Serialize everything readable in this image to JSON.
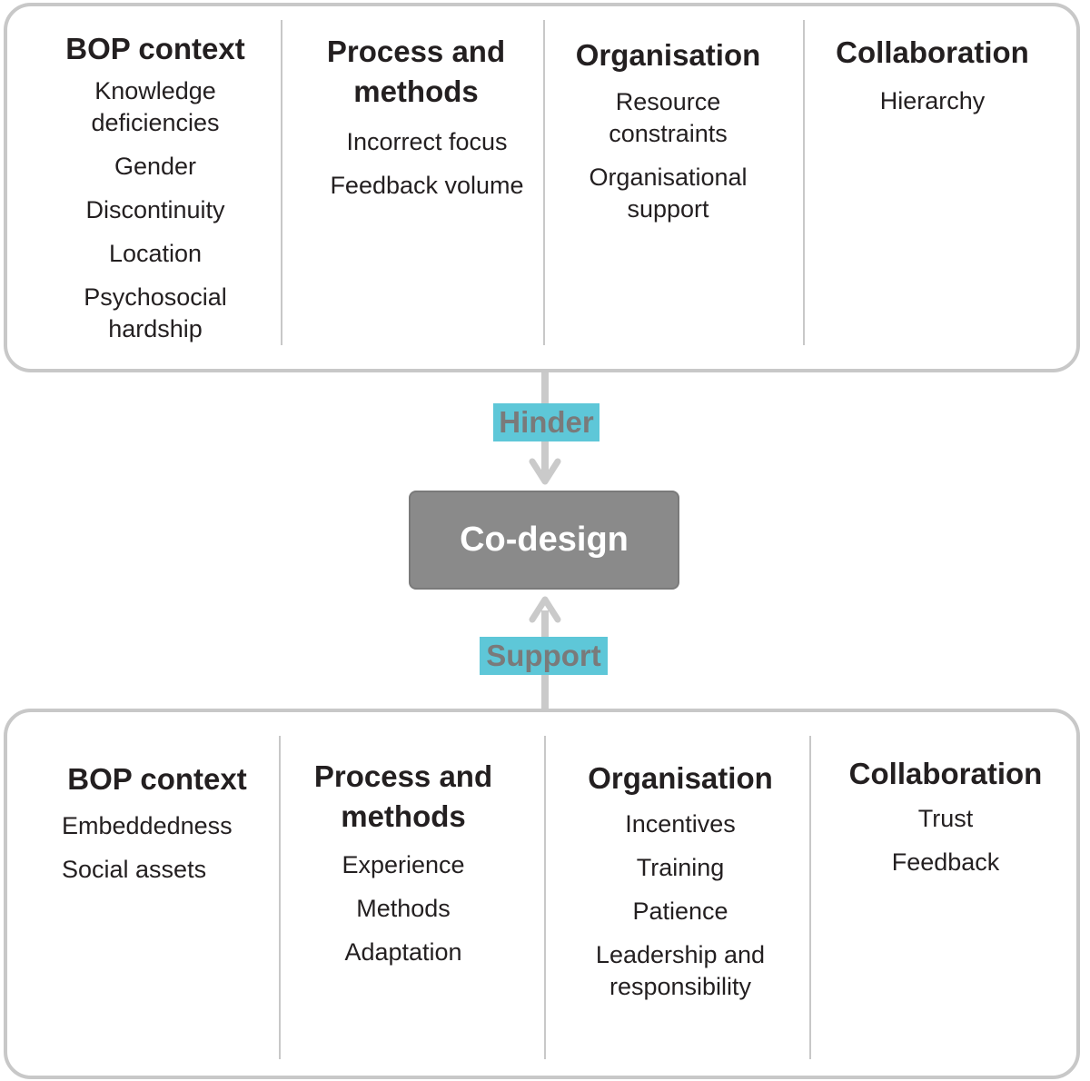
{
  "center": {
    "label": "Co-design"
  },
  "hinder": {
    "label": "Hinder",
    "columns": [
      {
        "title": "BOP context",
        "items": [
          "Knowledge\ndeficiencies",
          "Gender",
          "Discontinuity",
          "Location",
          "Psychosocial\nhardship"
        ]
      },
      {
        "title": "Process and\nmethods",
        "items": [
          "Incorrect focus",
          "Feedback volume"
        ]
      },
      {
        "title": "Organisation",
        "items": [
          "Resource\nconstraints",
          "Organisational\nsupport"
        ]
      },
      {
        "title": "Collaboration",
        "items": [
          "Hierarchy"
        ]
      }
    ]
  },
  "support": {
    "label": "Support",
    "columns": [
      {
        "title": "BOP context",
        "items": [
          "Embeddedness",
          "Social assets"
        ]
      },
      {
        "title": "Process and\nmethods",
        "items": [
          "Experience",
          "Methods",
          "Adaptation"
        ]
      },
      {
        "title": "Organisation",
        "items": [
          "Incentives",
          "Training",
          "Patience",
          "Leadership and\nresponsibility"
        ]
      },
      {
        "title": "Collaboration",
        "items": [
          "Trust",
          "Feedback"
        ]
      }
    ]
  },
  "colors": {
    "panel_border": "#c8c8c8",
    "label_highlight": "#5ec7d8",
    "label_text": "#7a7a7a",
    "center_fill": "#8a8a8a",
    "arrow": "#cacaca"
  }
}
